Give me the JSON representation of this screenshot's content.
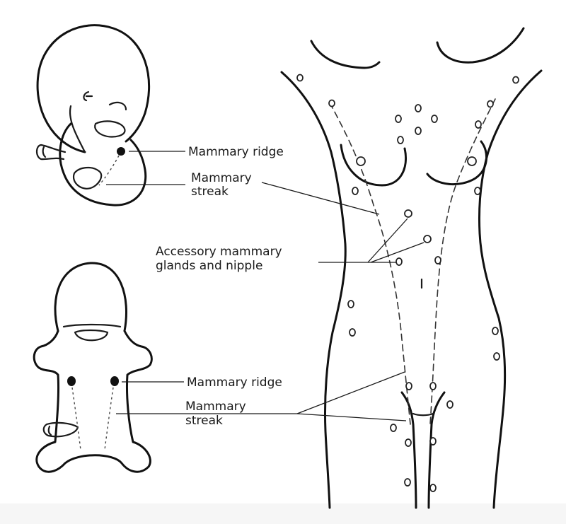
{
  "labels": {
    "ridge_top": "Mammary ridge",
    "streak_top_1": "Mammary",
    "streak_top_2": "streak",
    "accessory_1": "Accessory mammary",
    "accessory_2": "glands and nipple",
    "ridge_bottom": "Mammary ridge",
    "streak_bottom_1": "Mammary",
    "streak_bottom_2": "streak"
  }
}
